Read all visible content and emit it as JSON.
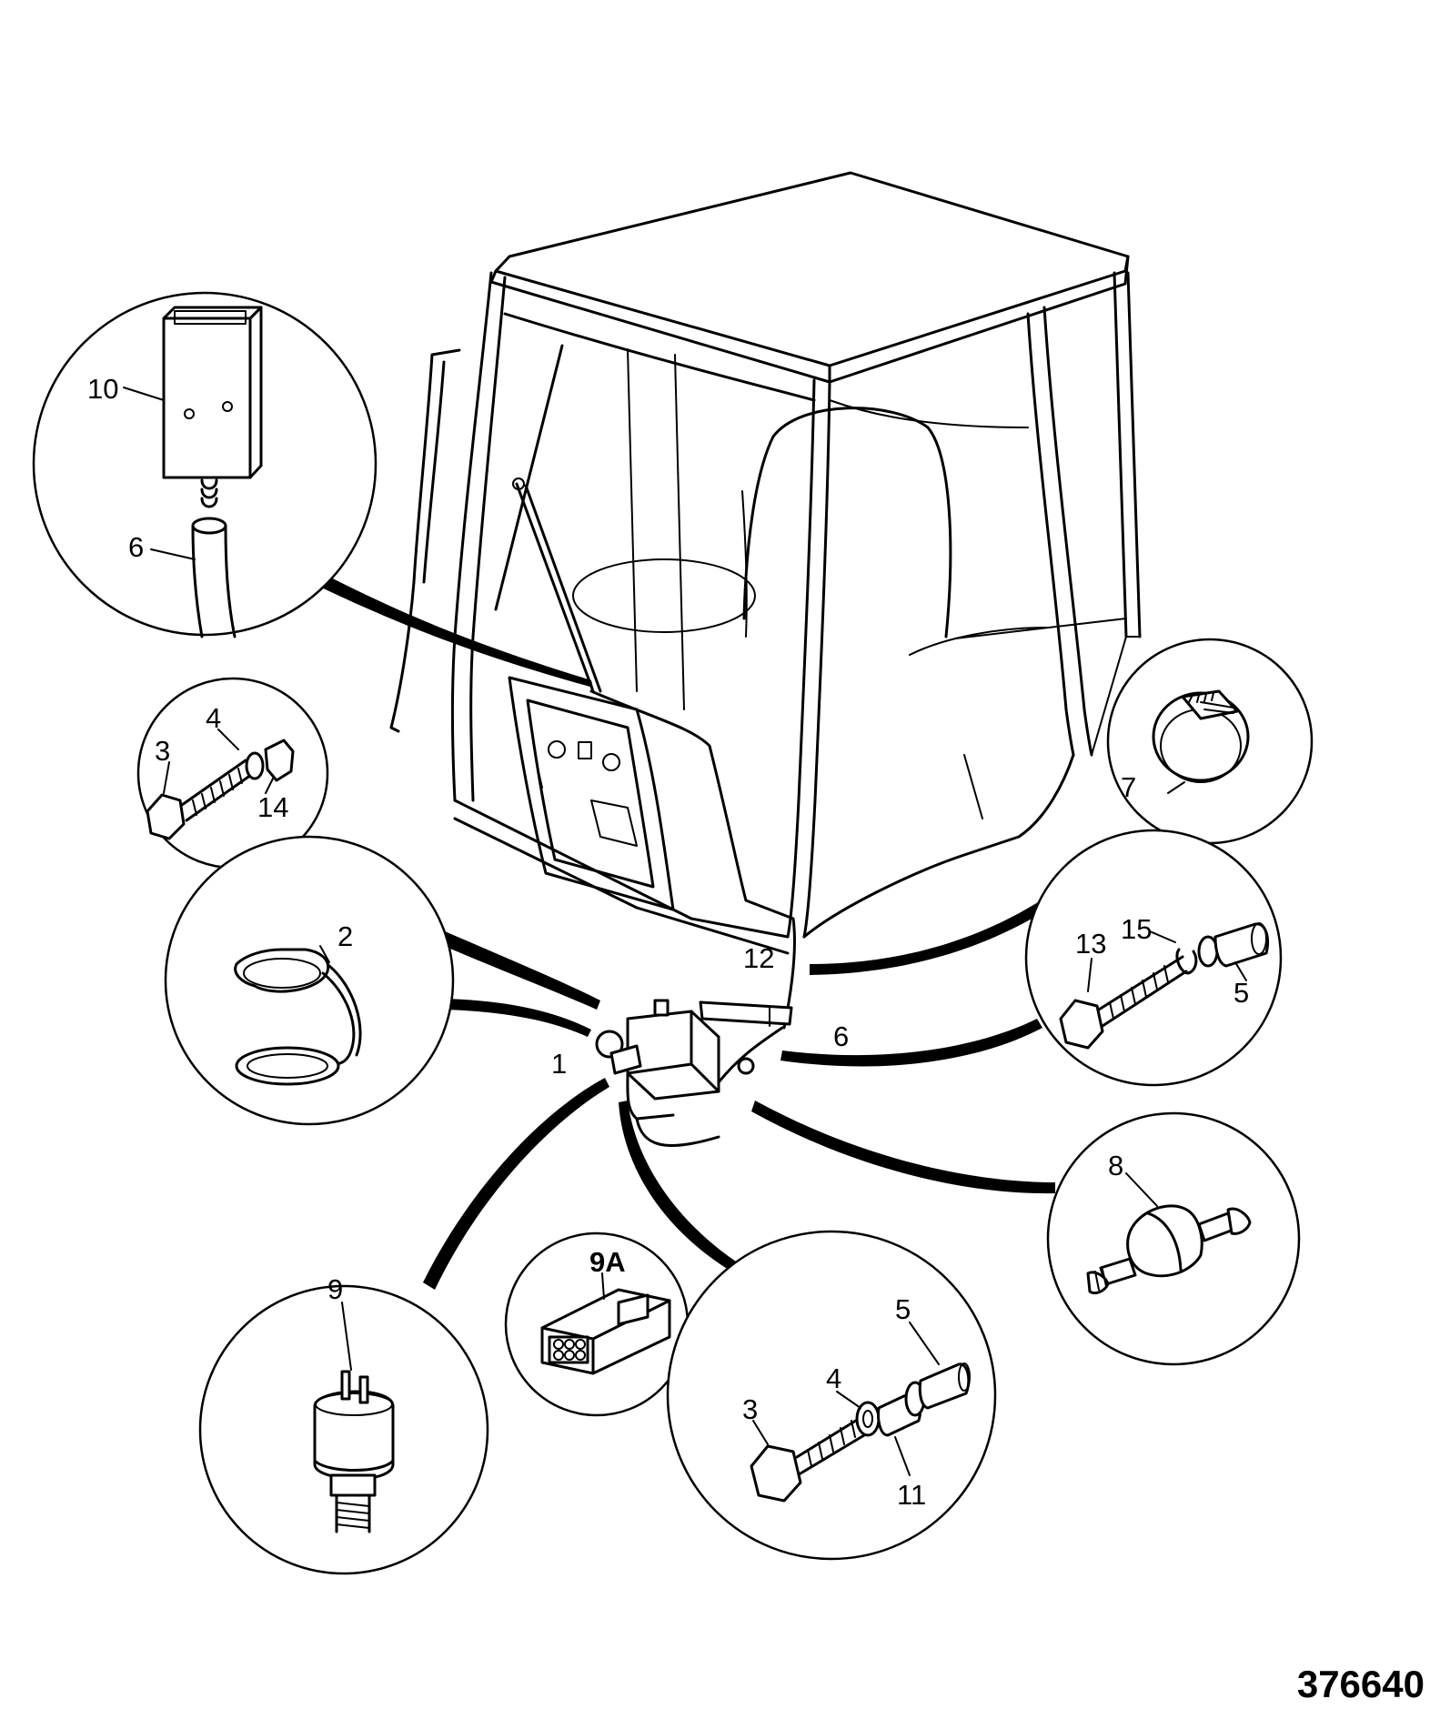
{
  "drawing_number": "376640",
  "callouts": {
    "c10": "10",
    "c6a": "6",
    "c3a": "3",
    "c4a": "4",
    "c14": "14",
    "c2": "2",
    "c12": "12",
    "c6b": "6",
    "c1": "1",
    "c7": "7",
    "c13": "13",
    "c15": "15",
    "c5a": "5",
    "c8": "8",
    "c9": "9",
    "c9A": "9A",
    "c5b": "5",
    "c4b": "4",
    "c3b": "3",
    "c11": "11"
  }
}
